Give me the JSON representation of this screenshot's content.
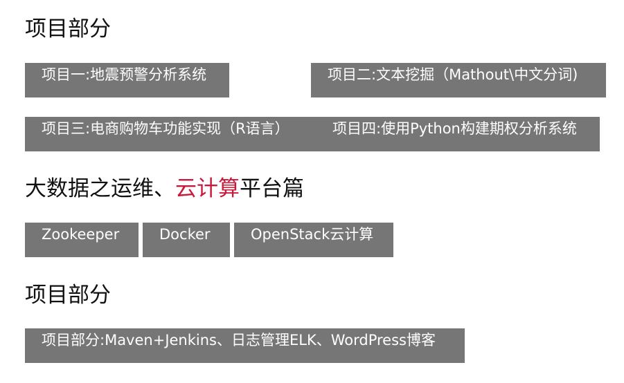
{
  "section1": {
    "title": "项目部分",
    "buttons": [
      "项目一:地震预警分析系统",
      "项目二:文本挖掘（Mathout\\中文分词)",
      "项目三:电商购物车功能实现（R语言）",
      "项目四:使用Python构建期权分析系统"
    ]
  },
  "section2": {
    "title_before": "大数据之运维、",
    "title_accent": "云计算",
    "title_after": "平台篇",
    "buttons": [
      "Zookeeper",
      "Docker",
      "OpenStack云计算"
    ]
  },
  "section3": {
    "title": "项目部分",
    "buttons": [
      "项目部分:Maven+Jenkins、日志管理ELK、WordPress博客"
    ]
  },
  "colors": {
    "button_bg": "#767676",
    "button_text": "#ffffff",
    "accent": "#c8193a"
  }
}
